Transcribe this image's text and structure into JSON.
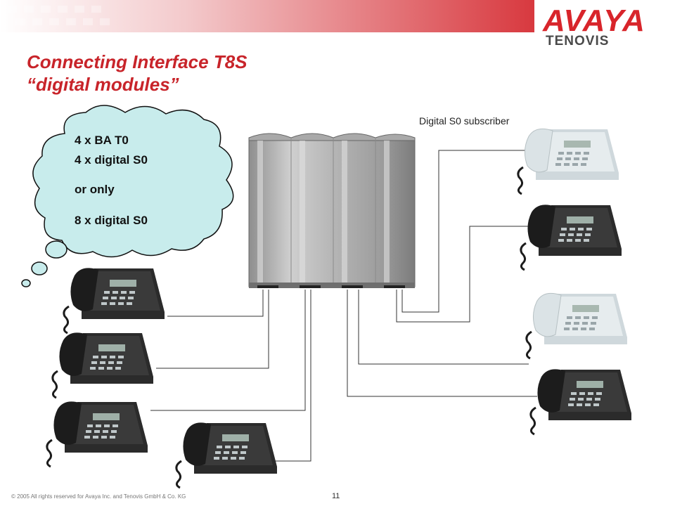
{
  "header": {
    "logo_text": "AVAYA",
    "logo_subtext": "TENOVIS"
  },
  "title": {
    "line1": "Connecting Interface T8S",
    "line2": "“digital modules”"
  },
  "cloud": {
    "line1": "4 x BA T0",
    "line2": "4 x digital S0",
    "line3": "or only",
    "line4": "8 x digital S0"
  },
  "diagram": {
    "subscriber_label": "Digital S0 subscriber"
  },
  "footer": {
    "copyright": "© 2005 All rights reserved for Avaya Inc. and Tenovis GmbH & Co. KG",
    "page_number": "11"
  },
  "colors": {
    "accent_red": "#c8242a",
    "cloud_fill": "#c8ecec",
    "phone_dark": "#2a2a2a",
    "phone_light": "#dfe6ea"
  }
}
